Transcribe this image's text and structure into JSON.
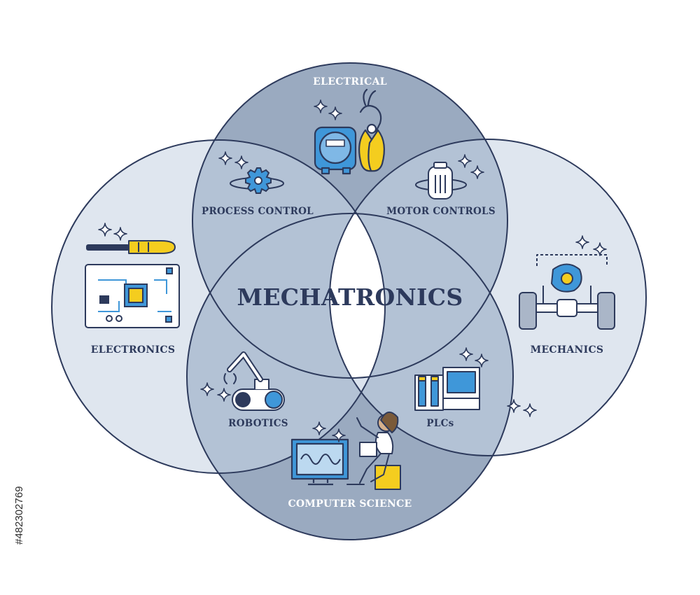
{
  "diagram": {
    "center_title": "MECHATRONICS",
    "circles": {
      "top": "ELECTRICAL",
      "left": "ELECTRONICS",
      "right": "MECHANICS",
      "bottom": "COMPUTER SCIENCE"
    },
    "overlaps": {
      "top_left": "PROCESS CONTROL",
      "top_right": "MOTOR CONTROLS",
      "bottom_left": "ROBOTICS",
      "bottom_right": "PLCs"
    },
    "icons": [
      "electric-meter-icon",
      "pliers-icon",
      "gear-icon",
      "motor-icon",
      "circuit-board-icon",
      "screwdriver-icon",
      "car-chassis-icon",
      "robot-arm-icon",
      "plc-computer-icon",
      "oscilloscope-monitor-icon",
      "engineer-person-icon",
      "sparkle-icon"
    ],
    "colors": {
      "outer": "#dfe6ef",
      "pair": "#b9c7d8",
      "triple": "#8e9fb7",
      "center": "#ffffff",
      "outline": "#2d3a5c",
      "accent_blue": "#3f97d9",
      "accent_yellow": "#f4cd1f"
    }
  },
  "watermark_id": "#482302769"
}
